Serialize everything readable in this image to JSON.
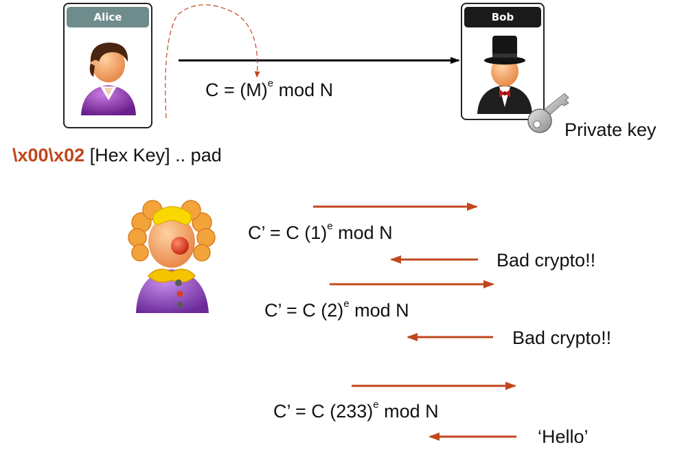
{
  "alice": {
    "label": "Alice",
    "title_color": "#6e8c8c"
  },
  "bob": {
    "label": "Bob",
    "title_color": "#1a1a1a"
  },
  "encryption": {
    "formula": "C = (M)",
    "exponent": "e",
    "suffix": "mod N"
  },
  "private_key_label": "Private key",
  "plaintext": {
    "prefix": "\\x00\\x02",
    "rest": "[Hex Key] .. pad",
    "prefix_color": "#c0461b"
  },
  "attack": {
    "arrow_color": "#c0461b",
    "steps": [
      {
        "query": "C’ = C (1)",
        "exponent": "e",
        "suffix": "mod N",
        "reply": "Bad crypto!!"
      },
      {
        "query": "C’ = C (2)",
        "exponent": "e",
        "suffix": "mod N",
        "reply": "Bad crypto!!"
      },
      {
        "query": "C’ = C (233)",
        "exponent": "e",
        "suffix": "mod N",
        "reply": "‘Hello’"
      }
    ]
  }
}
